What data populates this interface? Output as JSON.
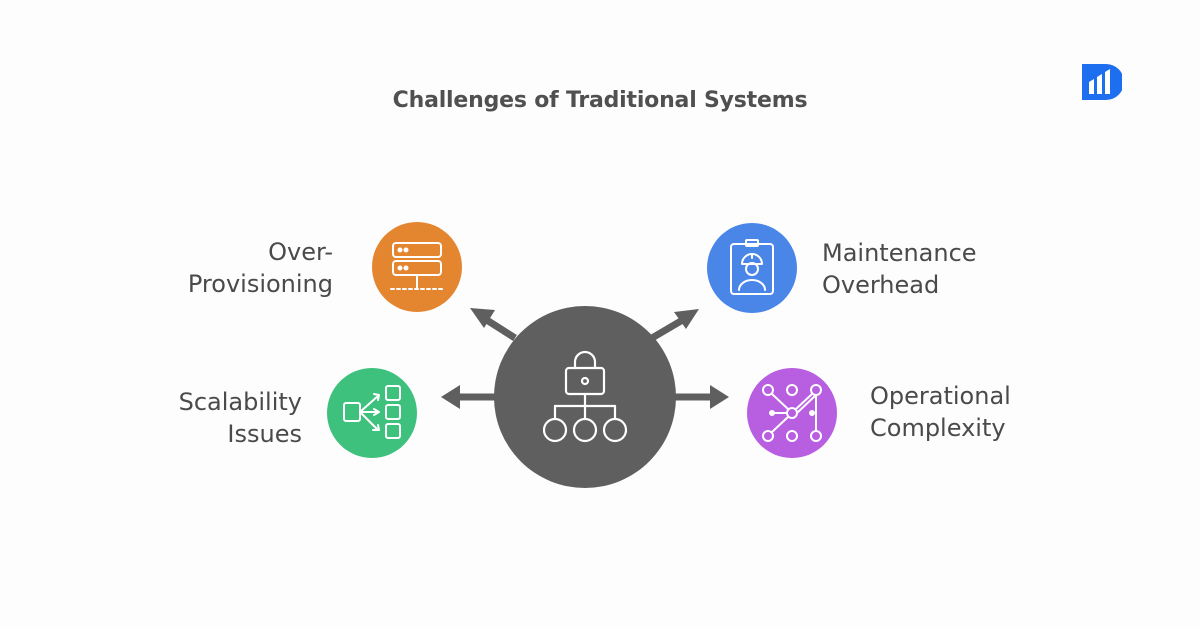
{
  "title": "Challenges of Traditional Systems",
  "center_icon": "lock-hierarchy-icon",
  "logo_icon": "brand-logo-icon",
  "items": [
    {
      "id": "over-provisioning",
      "label_lines": [
        "Over-",
        "Provisioning"
      ],
      "icon": "server-rack-icon",
      "color": "#E4862F"
    },
    {
      "id": "maintenance-overhead",
      "label_lines": [
        "Maintenance",
        "Overhead"
      ],
      "icon": "worker-badge-icon",
      "color": "#4A86E8"
    },
    {
      "id": "scalability-issues",
      "label_lines": [
        "Scalability",
        "Issues"
      ],
      "icon": "flow-split-icon",
      "color": "#3FC17E"
    },
    {
      "id": "operational-complexity",
      "label_lines": [
        "Operational",
        "Complexity"
      ],
      "icon": "network-nodes-icon",
      "color": "#B85EE0"
    }
  ],
  "colors": {
    "center": "#5F5F5F",
    "arrow": "#5F5F5F",
    "title": "#505050",
    "logo": "#1E6FF0"
  }
}
